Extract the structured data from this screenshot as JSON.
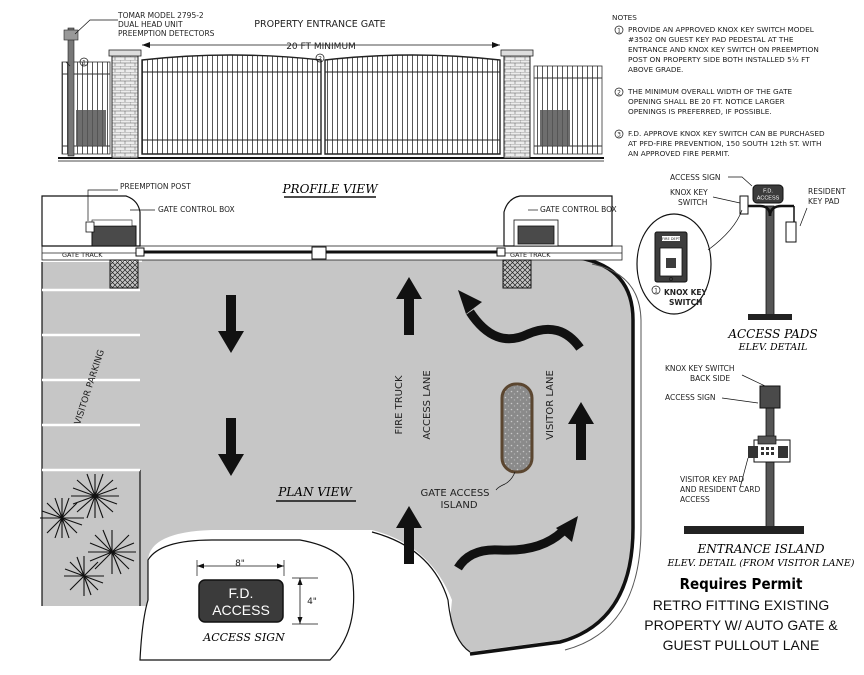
{
  "profile": {
    "title": "PROPERTY ENTRANCE GATE",
    "dimension": "20 FT MINIMUM",
    "dimension_marker": "2",
    "detector_label": [
      "TOMAR MODEL 2795-2",
      "DUAL HEAD UNIT",
      "PREEMPTION DETECTORS"
    ],
    "detector_marker": "1",
    "view_label": "PROFILE VIEW"
  },
  "notes": {
    "heading": "NOTES",
    "items": [
      {
        "num": "1",
        "lines": [
          "PROVIDE AN APPROVED KNOX KEY SWITCH MODEL",
          "#3502 ON GUEST KEY PAD PEDESTAL AT THE",
          "ENTRANCE AND KNOX KEY SWITCH ON PREEMPTION",
          "POST ON PROPERTY SIDE BOTH INSTALLED 5½ FT",
          "ABOVE GRADE."
        ]
      },
      {
        "num": "2",
        "lines": [
          "THE MINIMUM OVERALL WIDTH OF THE GATE",
          "OPENING SHALL BE 20 FT.  NOTICE  LARGER",
          "OPENINGS IS PREFERRED, IF POSSIBLE."
        ]
      },
      {
        "num": "3",
        "lines": [
          "F.D. APPROVE KNOX KEY SWITCH CAN BE PURCHASED",
          "AT PFD-FIRE PREVENTION, 150 SOUTH 12th ST. WITH",
          "AN APPROVED FIRE PERMIT."
        ]
      }
    ]
  },
  "plan": {
    "preemption_post": "PREEMPTION POST",
    "gate_control_left": "GATE CONTROL BOX",
    "gate_control_right": "GATE CONTROL BOX",
    "gate_track_left": "GATE TRACK",
    "gate_track_right": "GATE TRACK",
    "visitor_parking": "VISITOR PARKING",
    "fire_truck_lane": [
      "FIRE TRUCK",
      "ACCESS LANE"
    ],
    "visitor_lane": "VISITOR LANE",
    "gate_access_island": [
      "GATE ACCESS",
      "ISLAND"
    ],
    "view_label": "PLAN VIEW"
  },
  "access_sign": {
    "width": "8\"",
    "height": "4\"",
    "line1": "F.D.",
    "line2": "ACCESS",
    "caption": "ACCESS SIGN"
  },
  "access_pads": {
    "access_sign_label": "ACCESS SIGN",
    "knox_key_switch": [
      "KNOX KEY",
      "SWITCH"
    ],
    "resident_key_pad": [
      "RESIDENT",
      "KEY PAD"
    ],
    "sign_text": [
      "F.D.",
      "ACCESS"
    ],
    "box_top": "FIRE DEPT",
    "box_label": [
      "KNOX KEY",
      "SWITCH"
    ],
    "box_marker": "1",
    "title": "ACCESS PADS",
    "subtitle": "ELEV. DETAIL"
  },
  "entrance_island": {
    "knox_back": [
      "KNOX KEY SWITCH",
      "BACK SIDE"
    ],
    "access_sign_label": "ACCESS SIGN",
    "visitor_keypad": [
      "VISITOR KEY PAD",
      "AND RESIDENT CARD",
      "ACCESS"
    ],
    "title": "ENTRANCE ISLAND",
    "subtitle": "ELEV. DETAIL (FROM VISITOR LANE)"
  },
  "footer": {
    "requires": "Requires Permit",
    "lines": [
      "RETRO FITTING EXISTING",
      "PROPERTY W/ AUTO GATE &",
      "GUEST PULLOUT LANE"
    ]
  },
  "colors": {
    "pavement": "#c6c6c6",
    "ink": "#111111",
    "sign_fill": "#3b3b3b",
    "island_fill": "#7a7a7a",
    "island_stroke": "#5b4630"
  }
}
